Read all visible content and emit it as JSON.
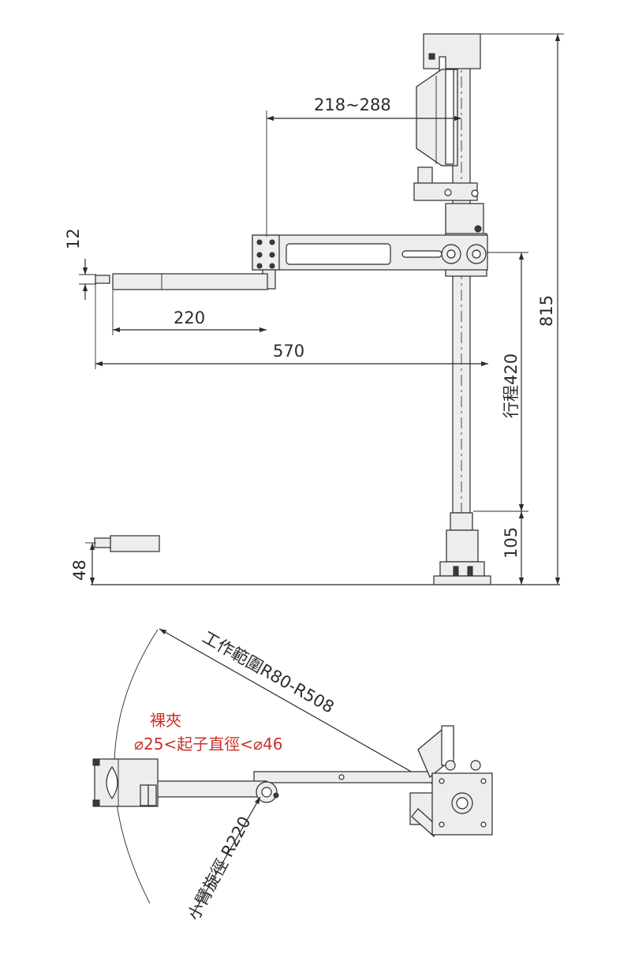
{
  "dimensions": {
    "span_218_288": "218~288",
    "height_12": "12",
    "length_220": "220",
    "length_570": "570",
    "height_815": "815",
    "stroke_420": "行程420",
    "height_105": "105",
    "height_48": "48"
  },
  "top_view": {
    "work_range": "工作範圍R80-R508",
    "clamp_title": "裸夾",
    "clamp_range": "⌀25<起子直徑<⌀46",
    "arm_radius": "小臂旋徑 R220"
  },
  "colors": {
    "line": "#2b2b2b",
    "annotation_red": "#c9302c"
  }
}
